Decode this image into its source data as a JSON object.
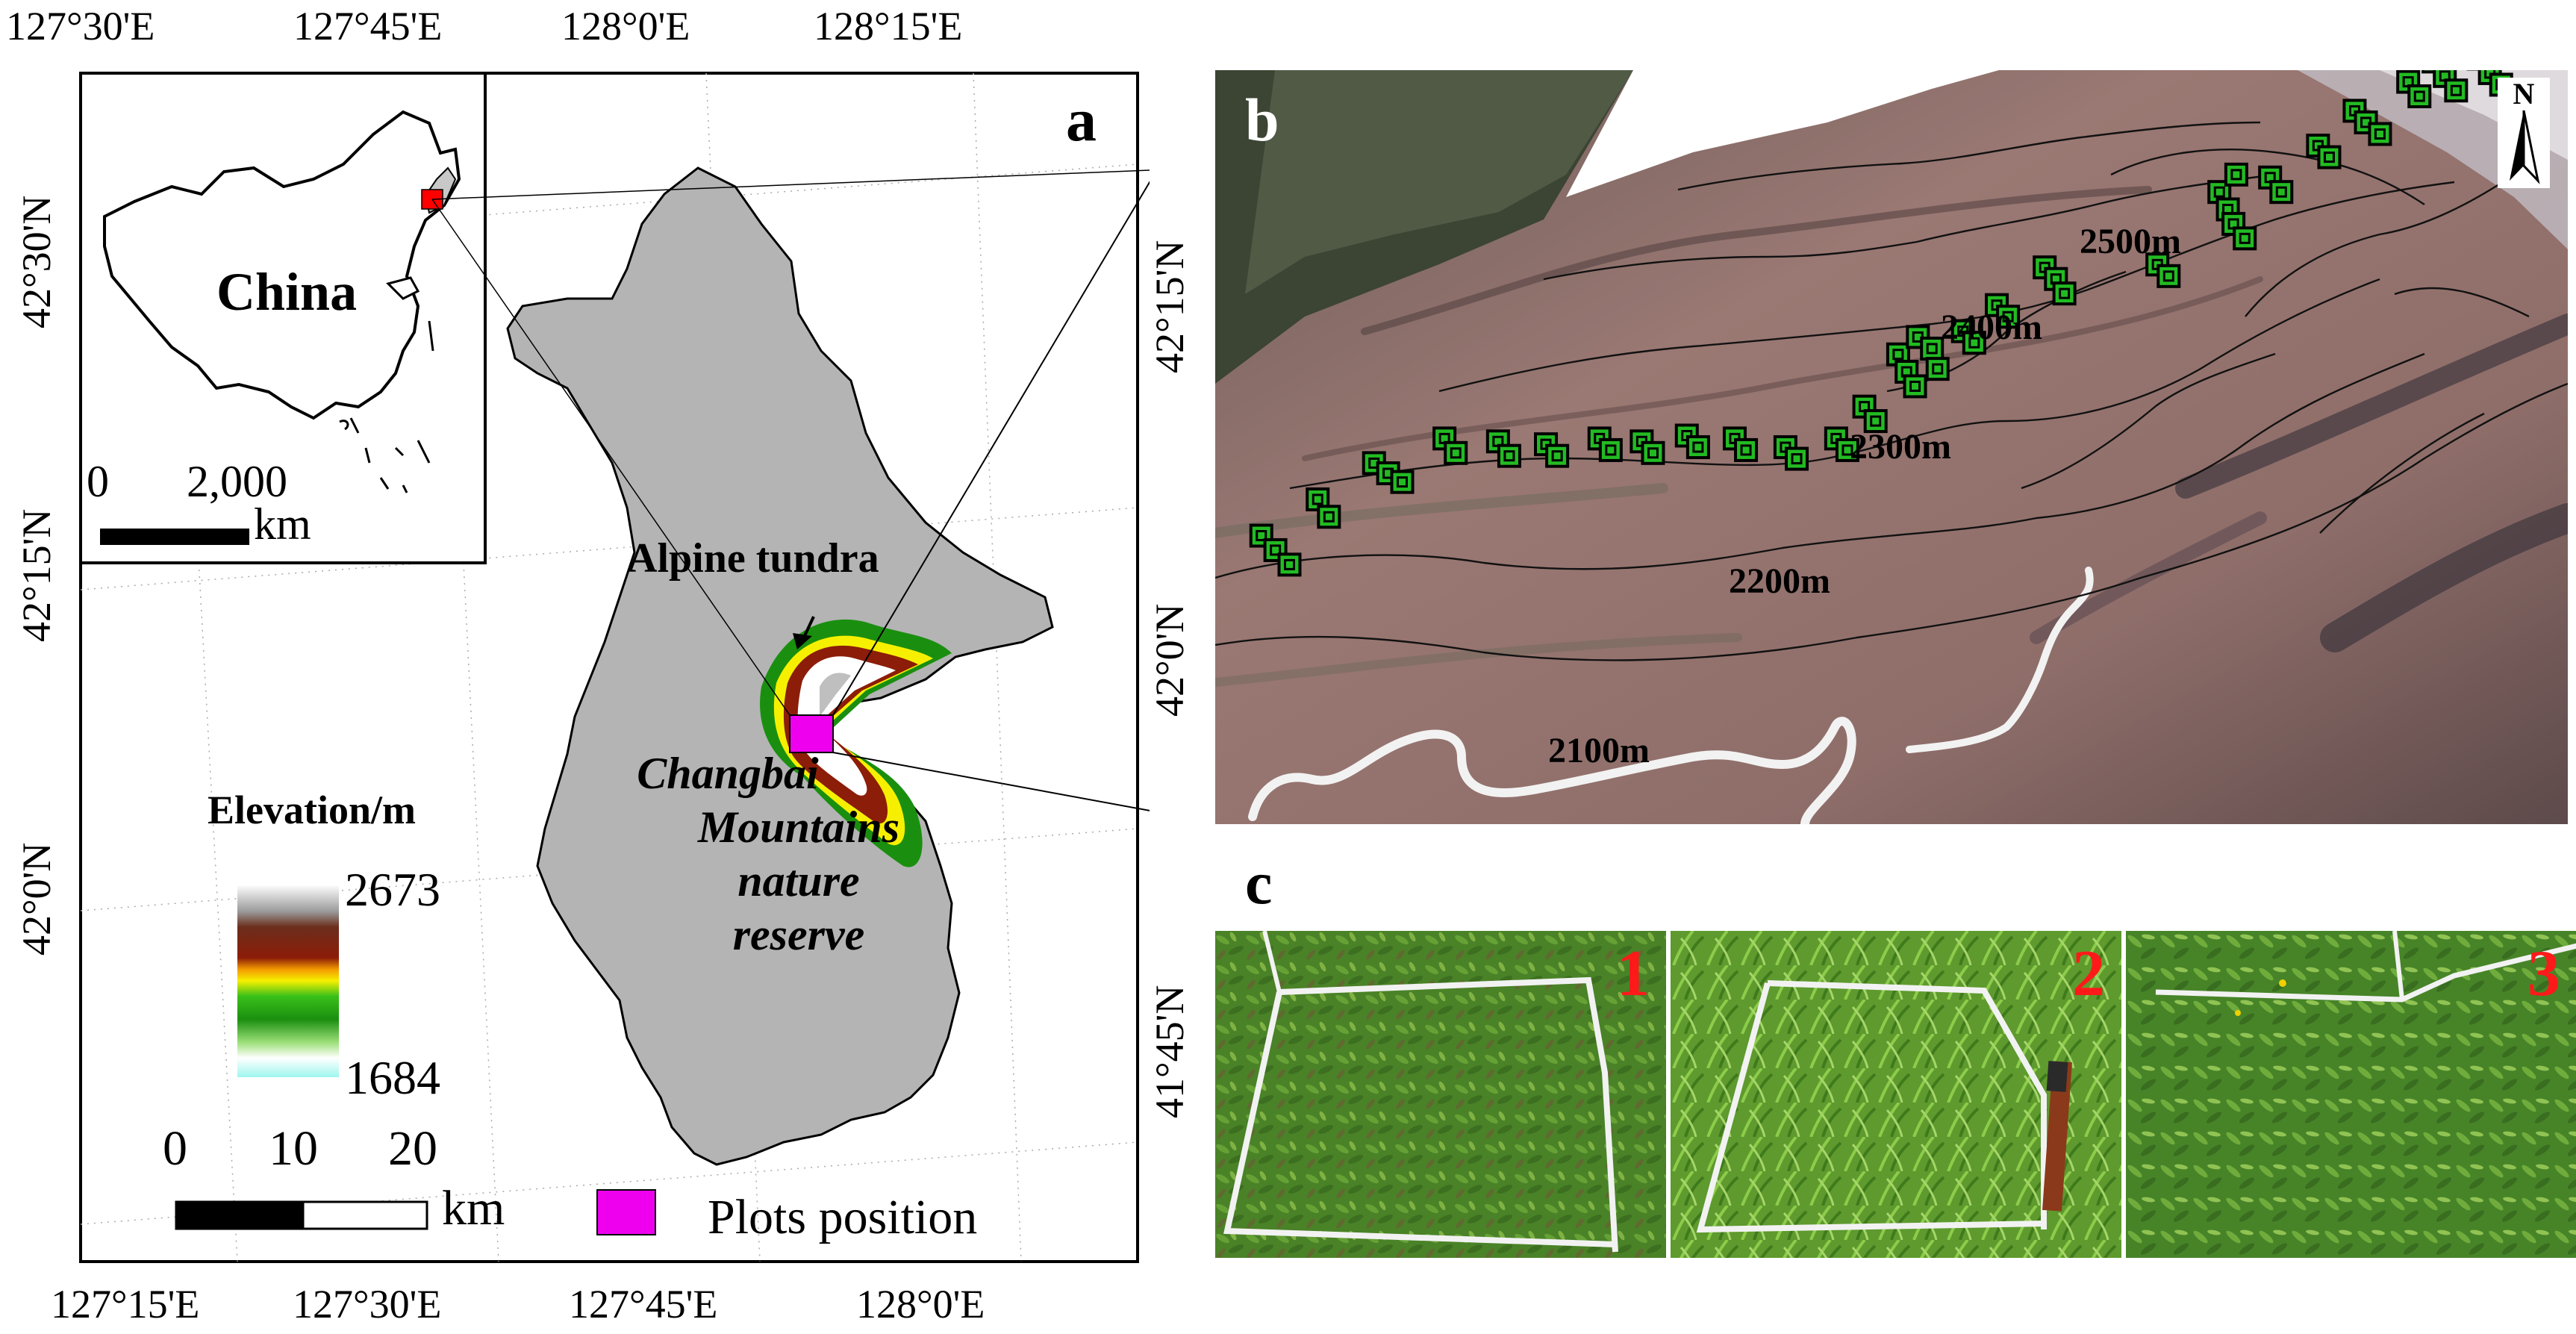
{
  "panel_a": {
    "letter": "a",
    "top_longitudes": [
      "127°30'E",
      "127°45'E",
      "128°0'E",
      "128°15'E"
    ],
    "bottom_longitudes": [
      "127°15'E",
      "127°30'E",
      "127°45'E",
      "128°0'E"
    ],
    "left_latitudes": [
      "42°30'N",
      "42°15'N",
      "42°0'N"
    ],
    "inset": {
      "country_label": "China",
      "scale_start": "0",
      "scale_end": "2,000",
      "scale_unit": "km"
    },
    "alpine_label": "Alpine tundra",
    "reserve_label_lines": [
      "Changbai",
      "Mountains",
      "nature",
      "reserve"
    ],
    "legend": {
      "title": "Elevation/m",
      "max": "2673",
      "min": "1684",
      "ramp_colors": [
        "#ffffff",
        "#9a9a9a",
        "#6b2e1c",
        "#8c1d08",
        "#f6f000",
        "#f39a00",
        "#1a8f0f",
        "#39c01a",
        "#9de07a",
        "#9ff6ee"
      ]
    },
    "scale_bar": {
      "labels": [
        "0",
        "10",
        "20"
      ],
      "unit": "km"
    },
    "plots_legend": {
      "label": "Plots position",
      "color": "#ee00ee"
    },
    "reserve_fill": "#b4b4b4"
  },
  "panel_b": {
    "letter": "b",
    "right_latitudes": [
      "42°15'N",
      "42°0'N",
      "41°45'N"
    ],
    "contours": [
      "2500m",
      "2400m",
      "2300m",
      "2200m",
      "2100m"
    ],
    "north_label": "N",
    "plot_color": "#22bb22"
  },
  "panel_c": {
    "letter": "c",
    "photos": [
      "1",
      "2",
      "3"
    ]
  }
}
